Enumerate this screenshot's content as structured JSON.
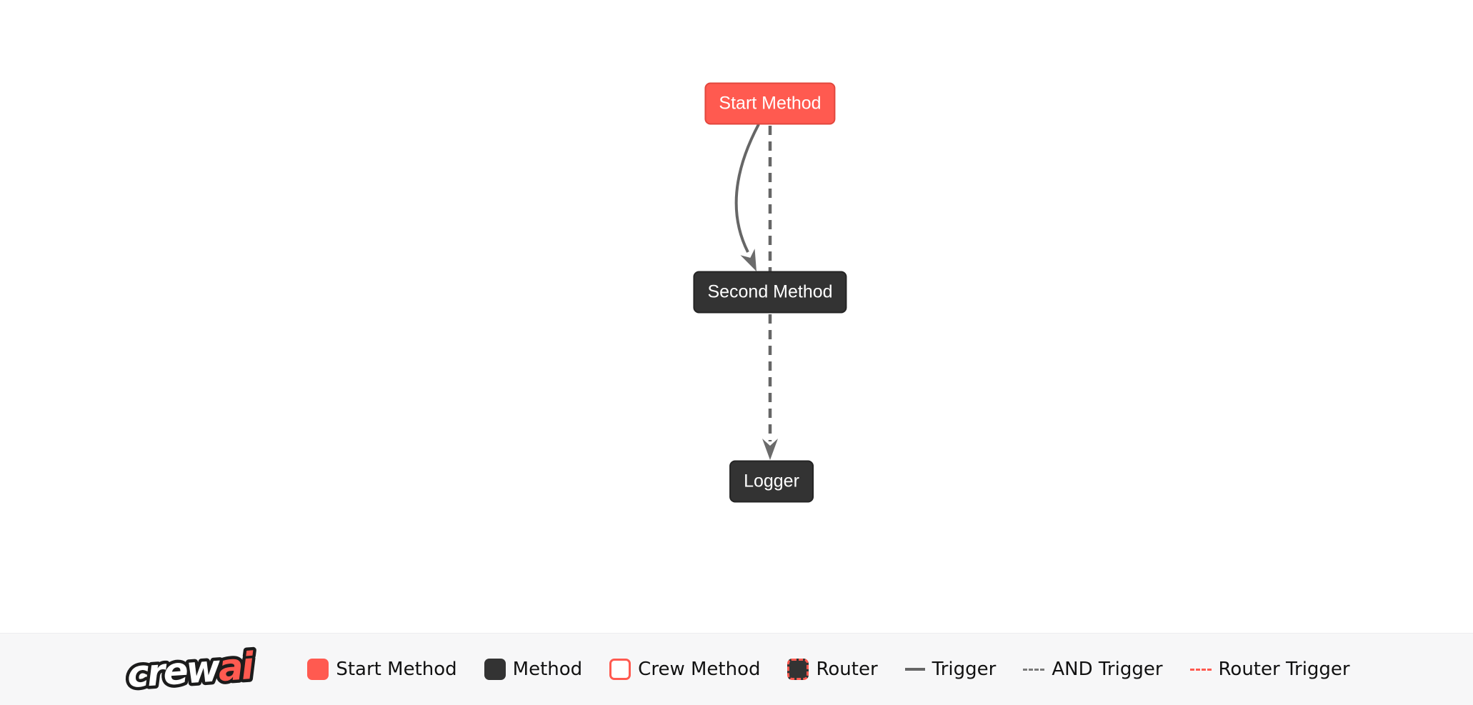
{
  "flow": {
    "nodes": [
      {
        "id": "start",
        "label": "Start Method",
        "type": "start-method"
      },
      {
        "id": "second",
        "label": "Second Method",
        "type": "method"
      },
      {
        "id": "logger",
        "label": "Logger",
        "type": "method"
      }
    ],
    "edges": [
      {
        "from": "Start Method",
        "to": "Second Method",
        "style": "Trigger"
      },
      {
        "from": "Start Method",
        "to": "Logger",
        "style": "AND Trigger"
      }
    ]
  },
  "legend": {
    "logo": {
      "text_primary": "crew",
      "text_accent": "ai"
    },
    "items": [
      {
        "label": "Start Method",
        "swatch": "start-method-swatch"
      },
      {
        "label": "Method",
        "swatch": "method-swatch"
      },
      {
        "label": "Crew Method",
        "swatch": "crew-method-swatch"
      },
      {
        "label": "Router",
        "swatch": "router-swatch"
      },
      {
        "label": "Trigger",
        "swatch": "trigger-line"
      },
      {
        "label": "AND Trigger",
        "swatch": "and-trigger-line"
      },
      {
        "label": "Router Trigger",
        "swatch": "router-trigger-line"
      }
    ]
  },
  "colors": {
    "accent_red": "#ff5a50",
    "node_dark": "#333333",
    "edge_gray": "#666666",
    "legend_background": "#f7f7f8",
    "canvas_background": "#ffffff",
    "node_text": "#ffffff",
    "legend_text": "#111111"
  }
}
